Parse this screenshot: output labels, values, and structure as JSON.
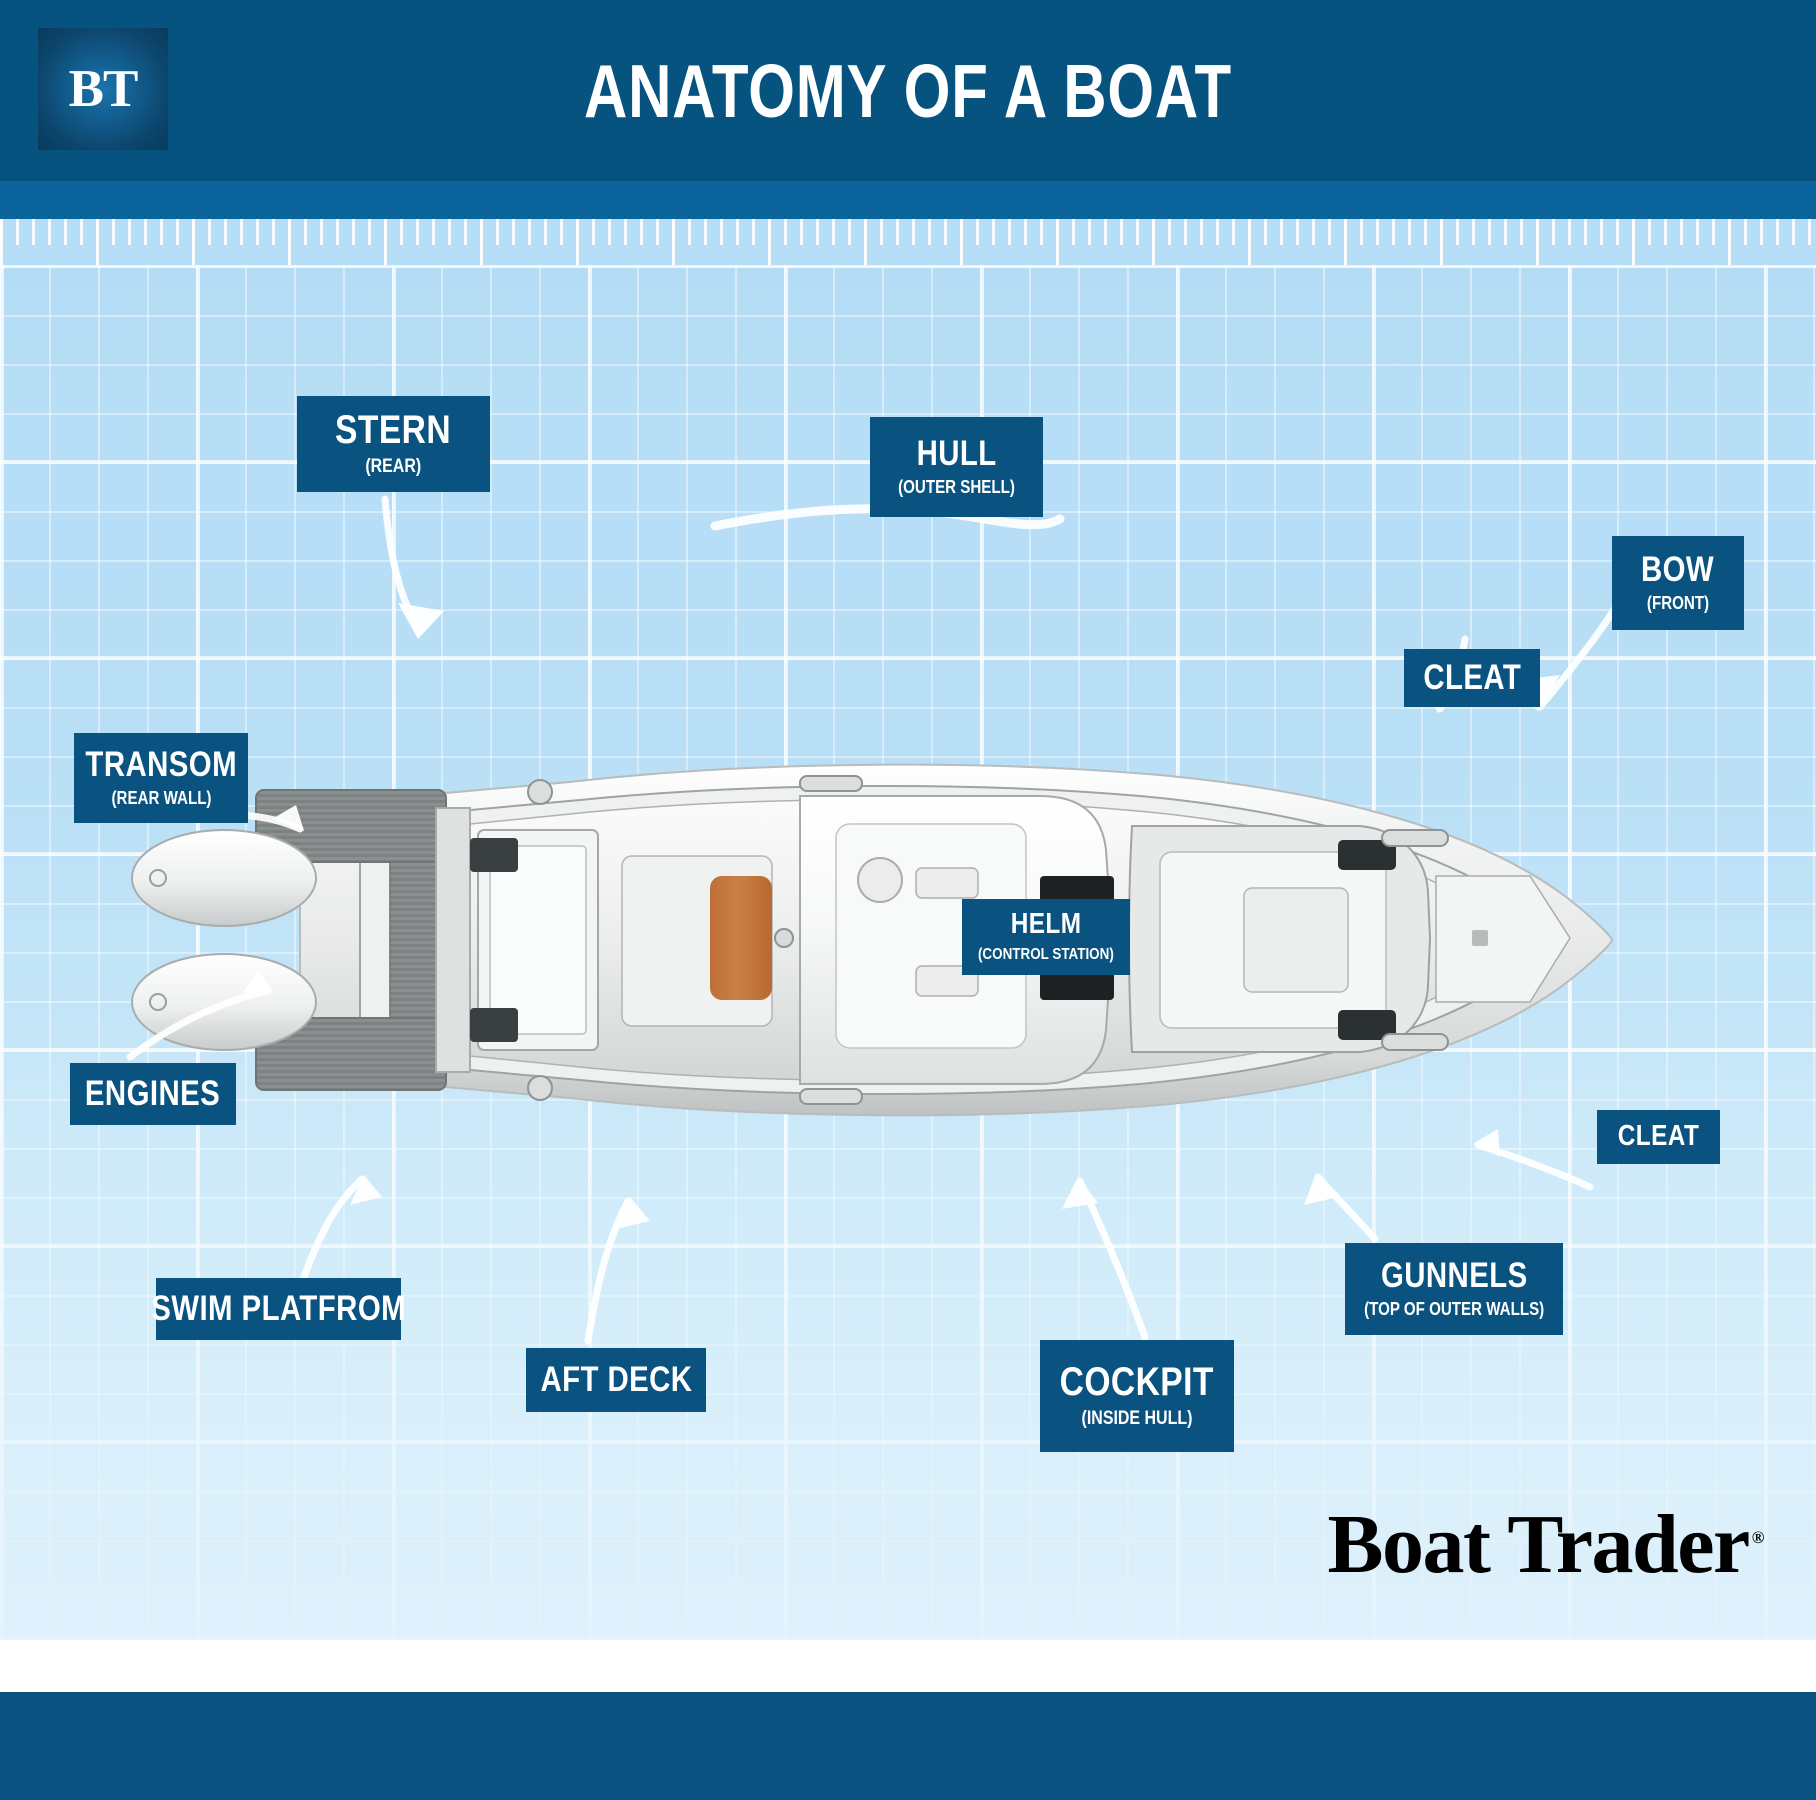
{
  "header": {
    "logo_text": "BT",
    "title": "ANATOMY OF A BOAT"
  },
  "brand": {
    "name": "Boat Trader",
    "registered_mark": "®"
  },
  "colors": {
    "header_navy": "#075380",
    "header_stripe": "#0b649b",
    "label_navy": "#0a5380",
    "blueprint_blue": "#b6def6",
    "grid_white": "#ffffff",
    "boat_white": "#f2f3f3",
    "deck_gray": "#8e9192",
    "teak_orange": "#c2713a",
    "footer_navy": "#0a5380"
  },
  "diagram": {
    "subject": "center-console powerboat, top-down view",
    "labels": [
      {
        "id": "stern",
        "title": "STERN",
        "subtitle": "(REAR)",
        "size": "big"
      },
      {
        "id": "hull",
        "title": "HULL",
        "subtitle": "(OUTER SHELL)",
        "size": "mid"
      },
      {
        "id": "bow",
        "title": "BOW",
        "subtitle": "(FRONT)",
        "size": "mid"
      },
      {
        "id": "cleat1",
        "title": "CLEAT",
        "subtitle": "",
        "size": "mid"
      },
      {
        "id": "transom",
        "title": "TRANSOM",
        "subtitle": "(REAR WALL)",
        "size": "mid"
      },
      {
        "id": "helm",
        "title": "HELM",
        "subtitle": "(CONTROL STATION)",
        "size": "sm"
      },
      {
        "id": "engines",
        "title": "ENGINES",
        "subtitle": "",
        "size": "mid"
      },
      {
        "id": "cleat2",
        "title": "CLEAT",
        "subtitle": "",
        "size": "sm"
      },
      {
        "id": "gunnels",
        "title": "GUNNELS",
        "subtitle": "(TOP OF OUTER WALLS)",
        "size": "mid"
      },
      {
        "id": "swim",
        "title": "SWIM PLATFROM",
        "subtitle": "",
        "size": "mid"
      },
      {
        "id": "aft",
        "title": "AFT DECK",
        "subtitle": "",
        "size": "mid"
      },
      {
        "id": "cockpit",
        "title": "COCKPIT",
        "subtitle": "(INSIDE HULL)",
        "size": "big"
      }
    ]
  }
}
